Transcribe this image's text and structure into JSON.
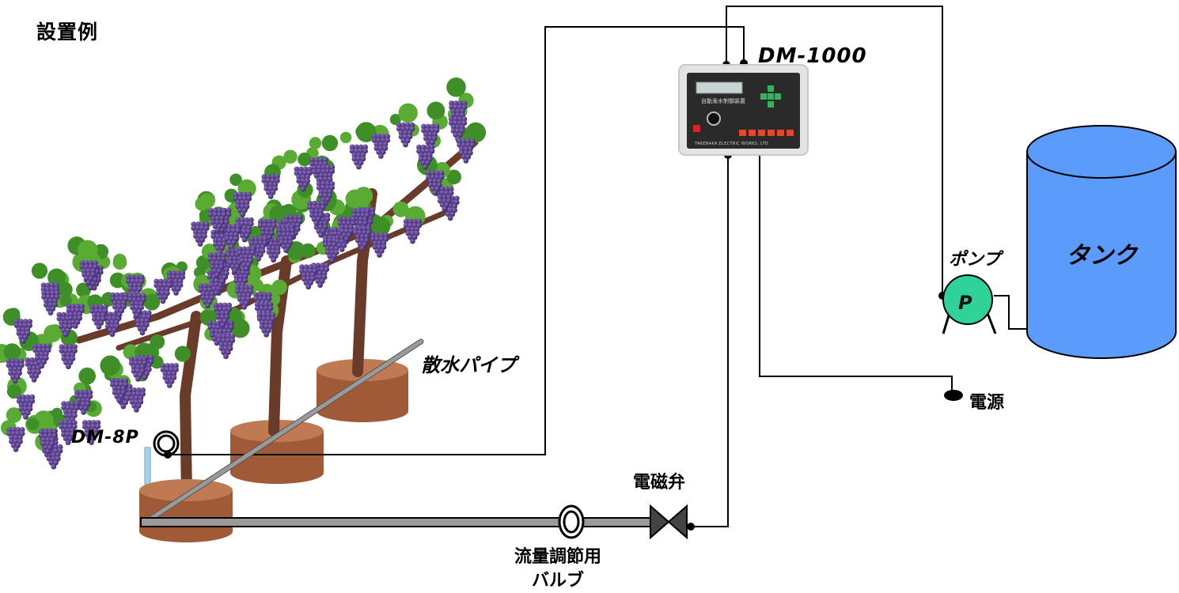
{
  "diagram": {
    "title": "設置例",
    "labels": {
      "controller": "DM-1000",
      "sensor": "DM-8P",
      "spray_pipe": "散水パイプ",
      "solenoid_valve": "電磁弁",
      "flow_valve_line1": "流量調節用",
      "flow_valve_line2": "バルブ",
      "pump": "ポンプ",
      "pump_symbol": "P",
      "tank": "タンク",
      "power": "電源"
    },
    "controller_panel": {
      "model_text": "自動潅水制御装置",
      "maker_text": "TAKENAKA ELECTRIC WORKS, LTD"
    },
    "colors": {
      "tank_fill": "#5b9bfb",
      "pump_fill": "#2fd39a",
      "soil_fill": "#a15a38",
      "grape": "#5b3f8c",
      "leaf": "#5aab34",
      "trunk": "#6b3b2a",
      "pipe": "#9a9a9a",
      "wire": "#000000"
    }
  }
}
